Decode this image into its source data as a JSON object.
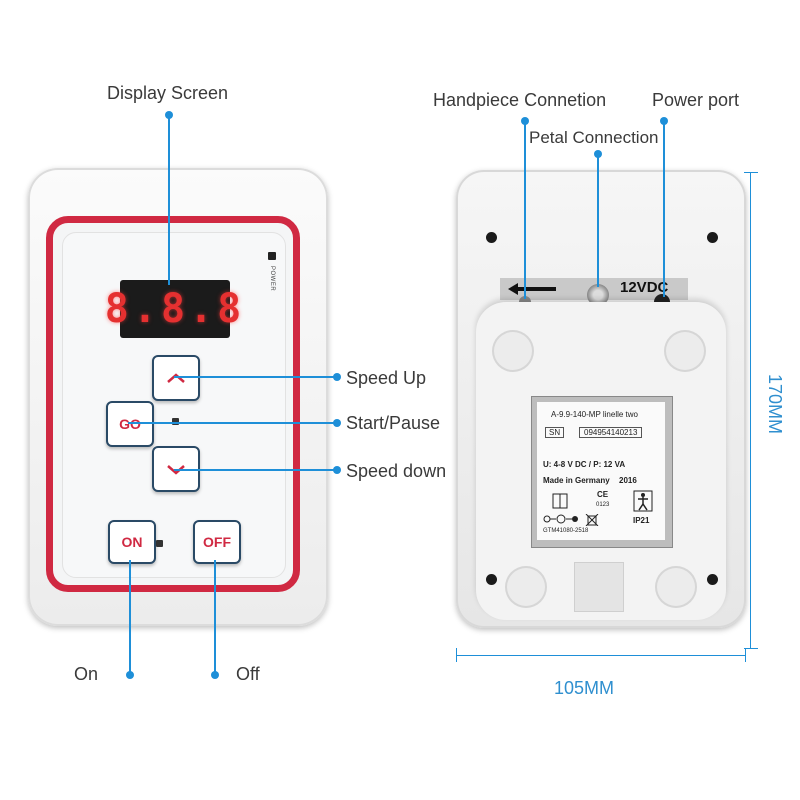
{
  "labels": {
    "display_screen": "Display Screen",
    "speed_up": "Speed Up",
    "start_pause": "Start/Pause",
    "speed_down": "Speed down",
    "on": "On",
    "off": "Off",
    "handpiece_connection": "Handpiece Connetion",
    "power_port": "Power port",
    "petal_connection": "Petal  Connection"
  },
  "front": {
    "display_value": "8.8.8",
    "power_label": "POWER",
    "buttons": {
      "go": "GO",
      "on": "ON",
      "off": "OFF"
    }
  },
  "back": {
    "port_strip": "12VDC",
    "plate": {
      "model": "A-9.9-140-MP linelle two",
      "sn_label": "SN",
      "sn": "094954140213",
      "rating": "U: 4-8 V DC / P: 12 VA",
      "made_in": "Made in Germany",
      "year": "2016",
      "ce": "CE",
      "ce_number": "0123",
      "ip": "IP21",
      "code": "GTM41080-2518"
    }
  },
  "dimensions": {
    "height": "170MM",
    "width": "105MM"
  },
  "colors": {
    "accent_line": "#1e8fd8",
    "frame_red": "#d02942",
    "button_border": "#2a4a66"
  }
}
